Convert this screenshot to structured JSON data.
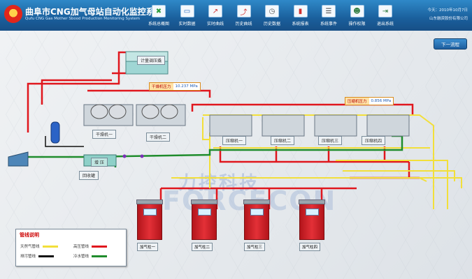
{
  "header": {
    "title": "曲阜市CNG加气母站自动化监控系统",
    "subtitle": "Qufu CNG Gas Mother Sbood Production Monitoring System",
    "date": "今天：2010年10月7日",
    "company": "山东融资股份有限公司"
  },
  "nav": [
    {
      "label": "系统总概图",
      "icon": "close-x-icon"
    },
    {
      "label": "实时数据",
      "icon": "monitor-icon"
    },
    {
      "label": "实时曲线",
      "icon": "line-chart-icon"
    },
    {
      "label": "历史曲线",
      "icon": "trend-chart-icon"
    },
    {
      "label": "历史数据",
      "icon": "clock-icon"
    },
    {
      "label": "系统报表",
      "icon": "bar-chart-icon"
    },
    {
      "label": "系统事件",
      "icon": "document-icon"
    },
    {
      "label": "操作权限",
      "icon": "users-icon"
    },
    {
      "label": "退出系统",
      "icon": "exit-door-icon"
    }
  ],
  "buttons": {
    "next": "下一流程"
  },
  "labels": {
    "metering": "计量调压撬",
    "dryer1": "干燥机一",
    "dryer2": "干燥机二",
    "booster": "增 压",
    "recovery": "回收罐",
    "compressors": [
      "压缩机一",
      "压缩机二",
      "压缩机三",
      "压缩机四"
    ],
    "dispensers": [
      "加气柱一",
      "加气柱二",
      "加气柱三",
      "加气柱四"
    ]
  },
  "pressures": {
    "dryer": {
      "label": "干燥机压力",
      "value": "10.237 MPa"
    },
    "compressor": {
      "label": "压缩机压力",
      "value": "0.856 MPa"
    }
  },
  "watermark": {
    "cn": "力控科技",
    "en": "FORCECON"
  },
  "legend": {
    "title": "管线说明",
    "items": [
      {
        "label": "天然气管线",
        "color": "#f2df3a"
      },
      {
        "label": "高压管线",
        "color": "#e0161d"
      },
      {
        "label": "排污管线",
        "color": "#111111"
      },
      {
        "label": "冷水管线",
        "color": "#1f8c2c"
      }
    ]
  },
  "colors": {
    "header": "#1a5f9c",
    "gas": "#f2df3a",
    "high_pressure": "#e0161d",
    "drain": "#111111",
    "water": "#1f8c2c"
  }
}
